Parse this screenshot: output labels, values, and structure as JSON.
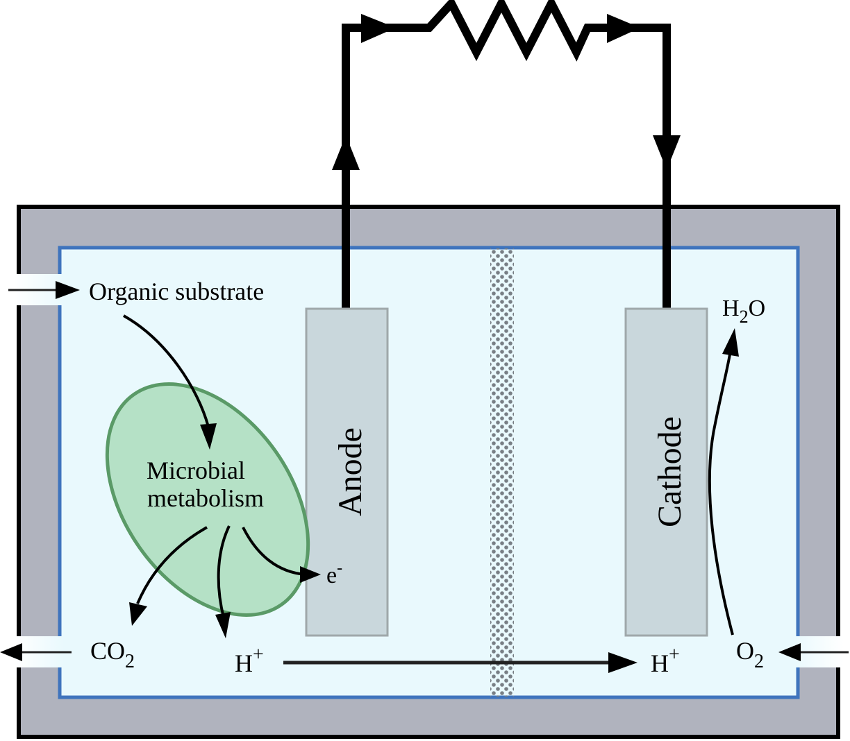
{
  "title": "Microbial fuel cell",
  "colors": {
    "outer_wall": "#b0b3be",
    "chamber": "#e9f9fd",
    "chamber_border": "#3f74bd",
    "electrode": "#c9d7dc",
    "electrode_border": "#9fa8aa",
    "microbe_fill": "#b5e1c6",
    "microbe_border": "#5a9a67",
    "membrane_dots": "#787f85",
    "wire": "#000000"
  },
  "labels": {
    "organic_substrate": "Organic substrate",
    "microbial_line1": "Microbial",
    "microbial_line2": "metabolism",
    "electron": "e",
    "electron_sup": "-",
    "co2_main": "CO",
    "co2_sub": "2",
    "proton_left": "H",
    "proton_left_sup": "+",
    "proton_right": "H",
    "proton_right_sup": "+",
    "o2_main": "O",
    "o2_sub": "2",
    "h2o_h": "H",
    "h2o_sub": "2",
    "h2o_o": "O",
    "anode": "Anode",
    "cathode": "Cathode"
  },
  "components": {
    "resistor": "resistor-load",
    "membrane": "proton-exchange-membrane"
  }
}
